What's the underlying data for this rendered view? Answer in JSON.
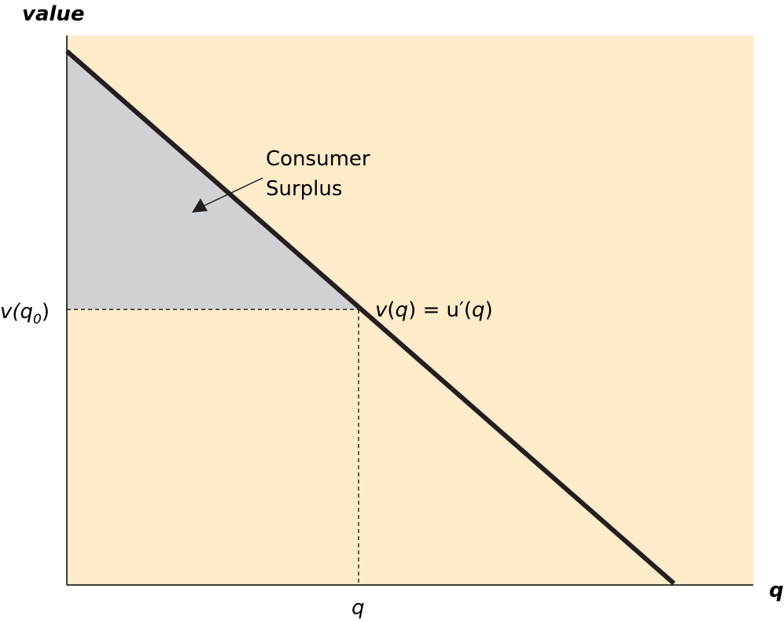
{
  "colors": {
    "background": "#fdebc9",
    "surplus_fill": "#d1d0d5",
    "curve": "#231f20",
    "axis": "#000000",
    "guide": "#000000"
  },
  "axes": {
    "y_title": "value",
    "x_title": "q"
  },
  "labels": {
    "y_tick": {
      "main": "v(q",
      "sub": "0",
      "close": ")"
    },
    "x_tick": "q",
    "curve_label": {
      "v": "v",
      "open": "(",
      "q": "q",
      "mid": ") = u′(",
      "q2": "q",
      "close": ")"
    },
    "surplus_line1": "Consumer",
    "surplus_line2": "Surplus"
  }
}
